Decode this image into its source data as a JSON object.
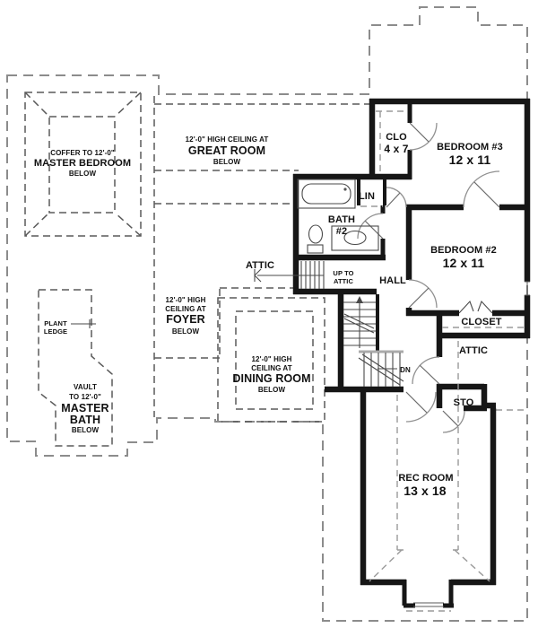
{
  "document": {
    "kind": "second-floor house plan drawing"
  },
  "colors": {
    "background": "#ffffff",
    "wall": "#161616",
    "outer_roof_dash": "#8c8c8c",
    "ceiling_outline_dash": "#5a5a5a",
    "light_dash": "#9a9a9a",
    "text": "#111111"
  },
  "labels": {
    "master_bedroom": [
      "COFFER TO 12'-0\"",
      "MASTER BEDROOM",
      "BELOW"
    ],
    "great_room": [
      "12'-0\" HIGH CEILING AT",
      "GREAT ROOM",
      "BELOW"
    ],
    "attic_left": "ATTIC",
    "foyer": [
      "12'-0\" HIGH",
      "CEILING AT",
      "FOYER",
      "BELOW"
    ],
    "plant_ledge": [
      "PLANT",
      "LEDGE"
    ],
    "dining_room": [
      "12'-0\" HIGH",
      "CEILING AT",
      "DINING ROOM",
      "BELOW"
    ],
    "master_bath": [
      "VAULT",
      "TO 12'-0\"",
      "MASTER",
      "BATH",
      "BELOW"
    ],
    "closet_small": [
      "CLO",
      "4 x 7"
    ],
    "bedroom_3": [
      "BEDROOM #3",
      "12 x 11"
    ],
    "linen": "LIN",
    "bath_2": [
      "BATH",
      "#2"
    ],
    "up_to_attic": [
      "UP TO",
      "ATTIC"
    ],
    "hall": "HALL",
    "bedroom_2": [
      "BEDROOM #2",
      "12 x 11"
    ],
    "closet": "CLOSET",
    "attic_right": "ATTIC",
    "stairs_down": "DN",
    "storage": "STO",
    "rec_room": [
      "REC ROOM",
      "13 x 18"
    ]
  }
}
